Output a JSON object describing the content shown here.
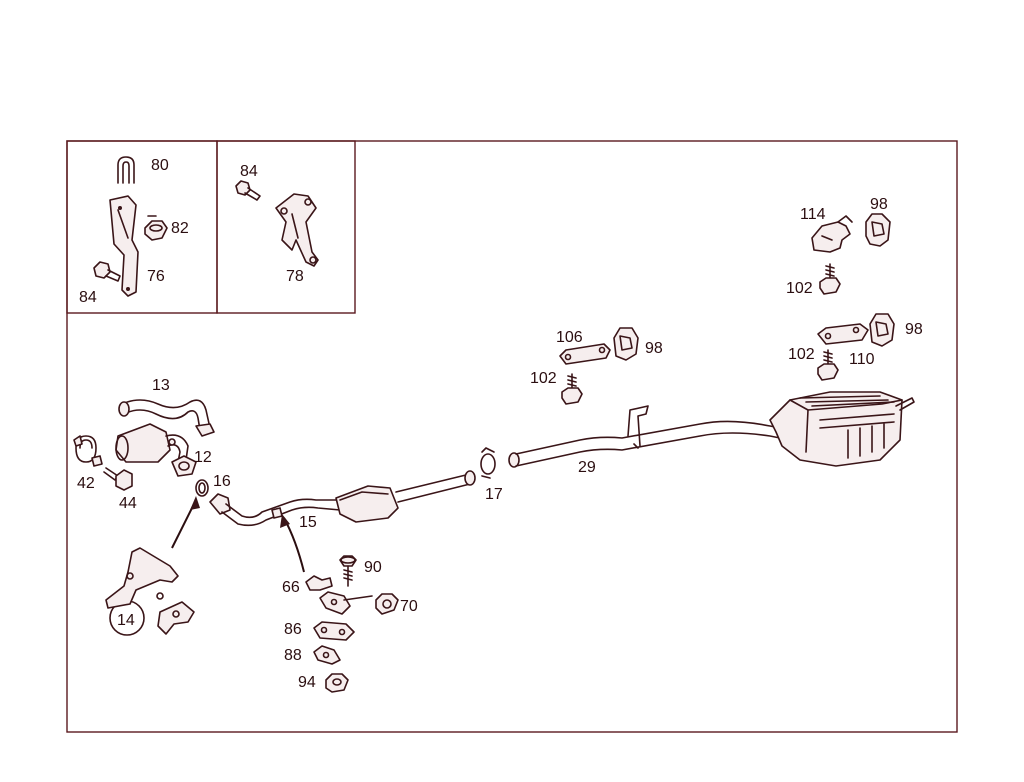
{
  "diagram": {
    "colors": {
      "line": "#3a1518",
      "frame": "#5a1a1e",
      "text": "#2b0e10"
    },
    "labels": {
      "p80": "80",
      "p82": "82",
      "p76": "76",
      "p84a": "84",
      "p84b": "84",
      "p78": "78",
      "p114": "114",
      "p98a": "98",
      "p102a": "102",
      "p106": "106",
      "p98b": "98",
      "p102b": "102",
      "p102c": "102",
      "p110": "110",
      "p98c": "98",
      "p13": "13",
      "p12": "12",
      "p16": "16",
      "p42": "42",
      "p44": "44",
      "p15": "15",
      "p17": "17",
      "p29": "29",
      "p14": "14",
      "p66": "66",
      "p90": "90",
      "p70": "70",
      "p86": "86",
      "p88": "88",
      "p94": "94"
    }
  }
}
